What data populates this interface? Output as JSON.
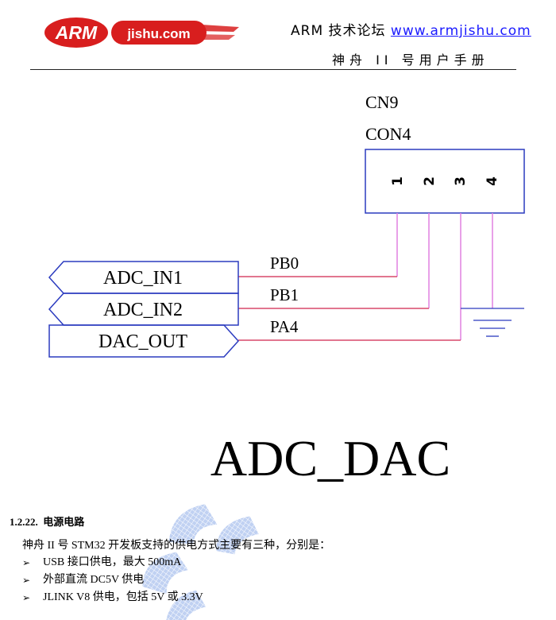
{
  "header": {
    "logo_text_a": "ARM",
    "logo_text_b": "jishu.com",
    "title": "ARM 技术论坛",
    "link": "www.armjishu.com",
    "subtitle": "神舟 II 号用户手册"
  },
  "schematic": {
    "connector_ref": "CN9",
    "connector_value": "CON4",
    "pins": [
      "1",
      "2",
      "3",
      "4"
    ],
    "nets": [
      "PB0",
      "PB1",
      "PA4"
    ],
    "ports": [
      "ADC_IN1",
      "ADC_IN2",
      "DAC_OUT"
    ],
    "title": "ADC_DAC",
    "colors": {
      "wire": "#d9486a",
      "pin_stub": "#e080e0",
      "outline": "#2b3bbf"
    }
  },
  "section": {
    "number": "1.2.22.",
    "heading": "电源电路",
    "intro": "神舟 II 号 STM32 开发板支持的供电方式主要有三种，分别是：",
    "bullets": [
      "USB 接口供电，最大 500mA",
      "外部直流 DC5V 供电",
      "JLINK V8 供电，包括 5V 或 3.3V"
    ]
  },
  "watermark": {
    "icon": "armjishu-watermark"
  }
}
